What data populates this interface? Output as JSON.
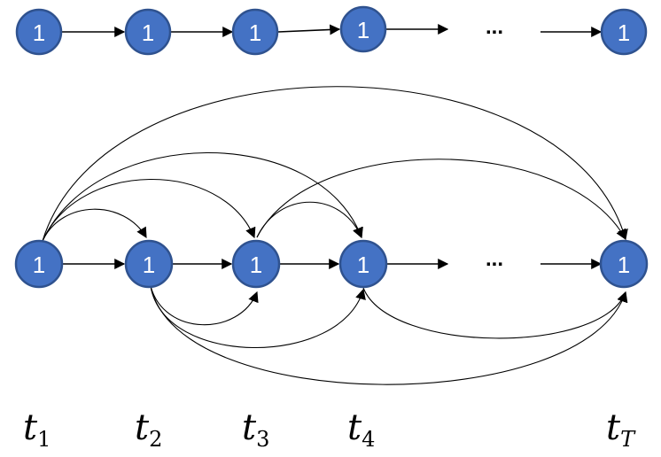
{
  "top_chain": {
    "nodes": [
      "1",
      "1",
      "1",
      "1",
      "1"
    ],
    "ellipsis": "..."
  },
  "bottom_chain": {
    "nodes": [
      "1",
      "1",
      "1",
      "1",
      "1"
    ],
    "ellipsis": "..."
  },
  "time_labels": [
    {
      "base": "t",
      "sub": "1"
    },
    {
      "base": "t",
      "sub": "2"
    },
    {
      "base": "t",
      "sub": "3"
    },
    {
      "base": "t",
      "sub": "4"
    },
    {
      "base": "t",
      "sub": "T"
    }
  ]
}
